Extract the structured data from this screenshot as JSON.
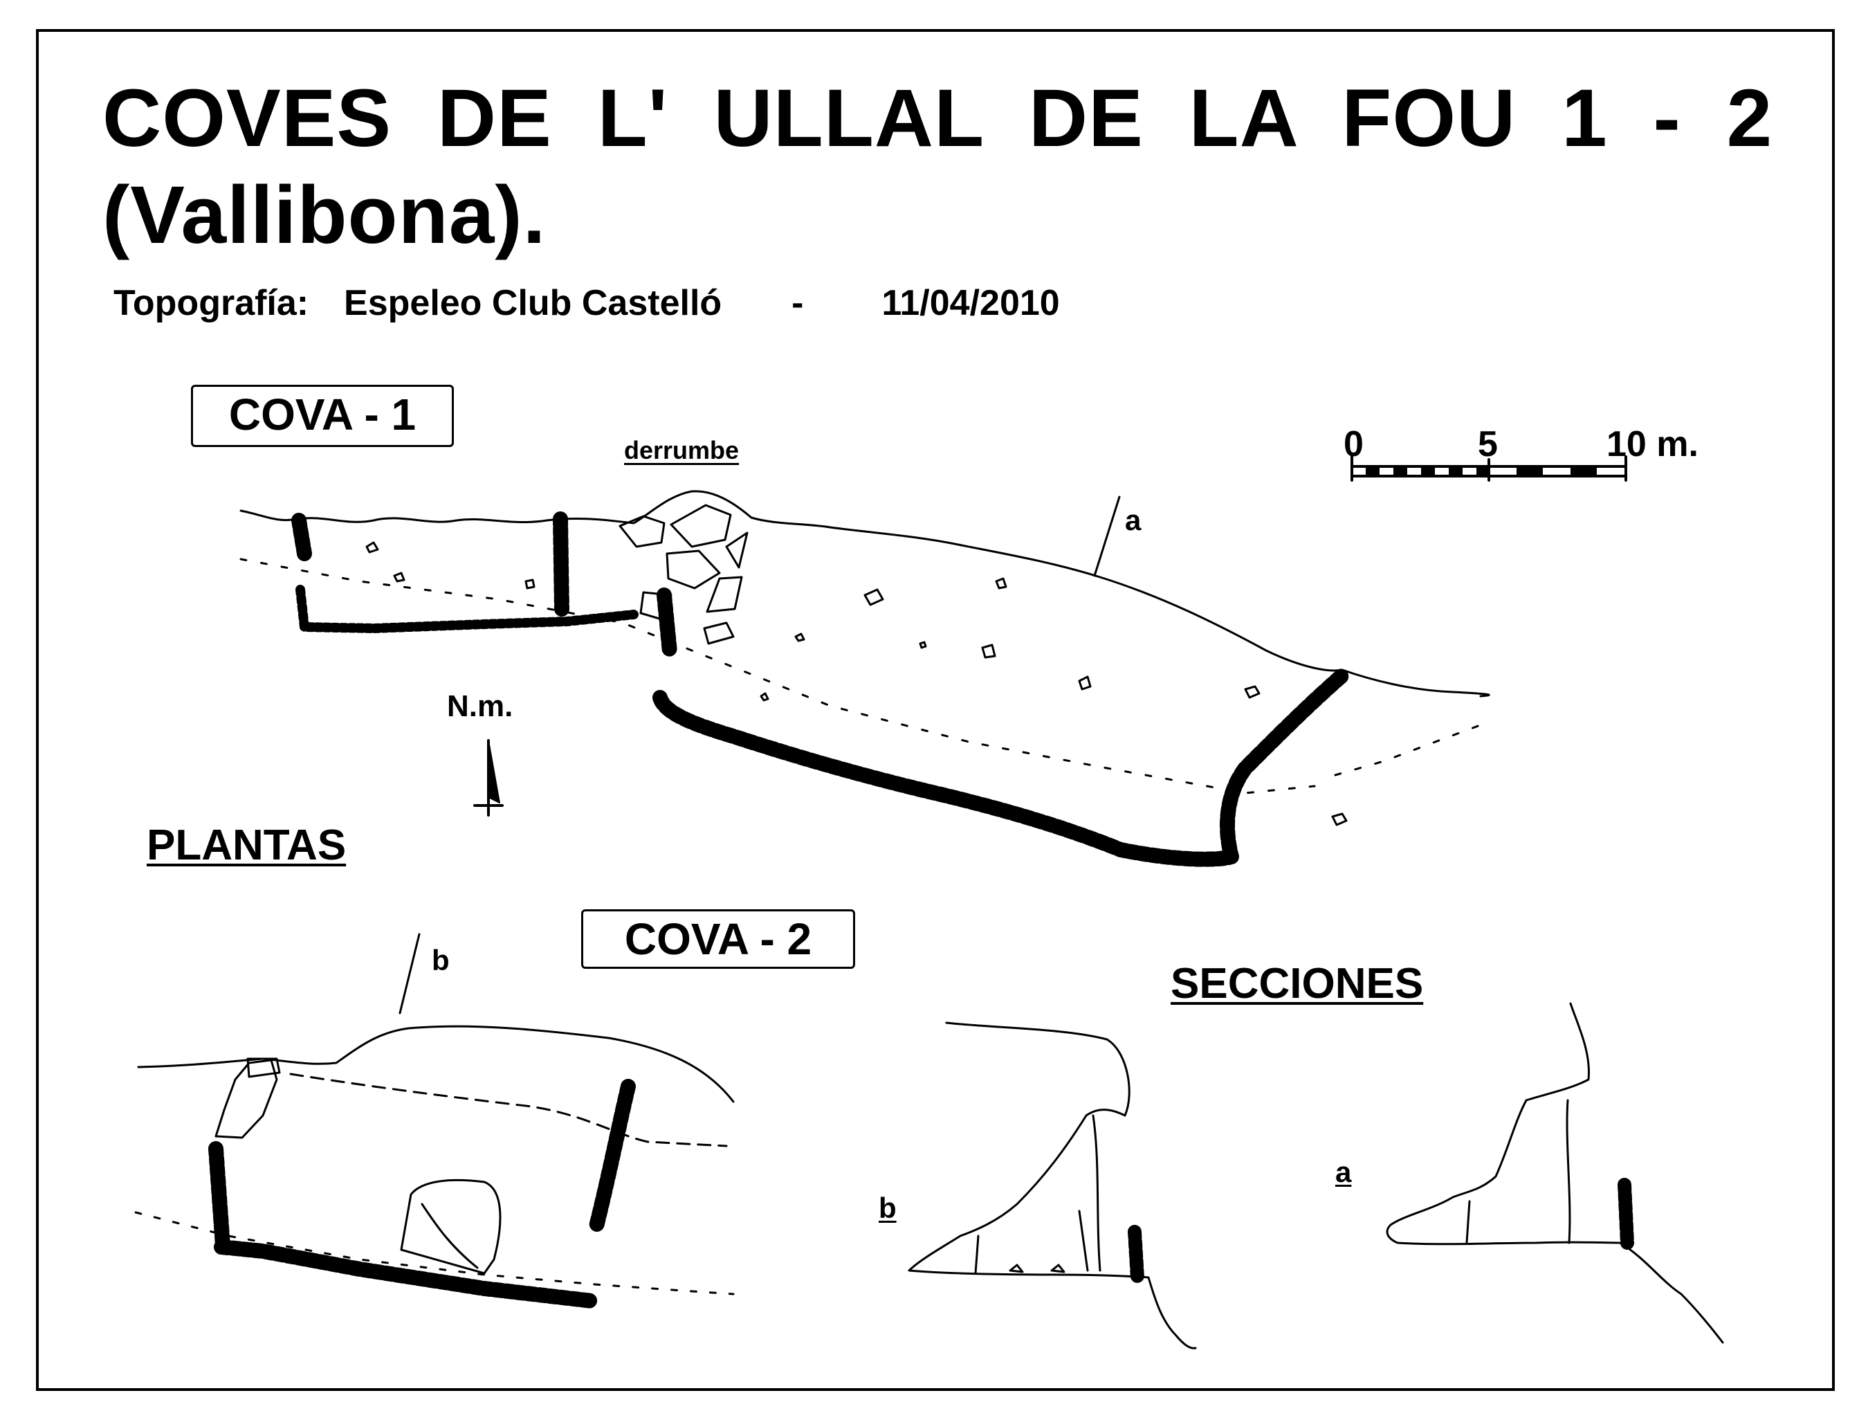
{
  "title": {
    "line1": "COVES DE L' ULLAL DE LA FOU 1 - 2",
    "line2": "(Vallibona)."
  },
  "credits": {
    "label": "Topografía:",
    "author": "Espeleo Club Castelló",
    "separator": "-",
    "date": "11/04/2010"
  },
  "plans": {
    "heading": "PLANTAS",
    "cave1_label": "COVA - 1",
    "cave2_label": "COVA - 2",
    "collapse_label": "derrumbe",
    "north_label": "N.m.",
    "section_mark_a": "a",
    "section_mark_b": "b"
  },
  "sections": {
    "heading": "SECCIONES",
    "label_a": "a",
    "label_b": "b"
  },
  "scale_bar": {
    "tick_0": "0",
    "tick_5": "5",
    "tick_10": "10 m."
  },
  "colors": {
    "ink": "#000000",
    "paper": "#ffffff"
  }
}
